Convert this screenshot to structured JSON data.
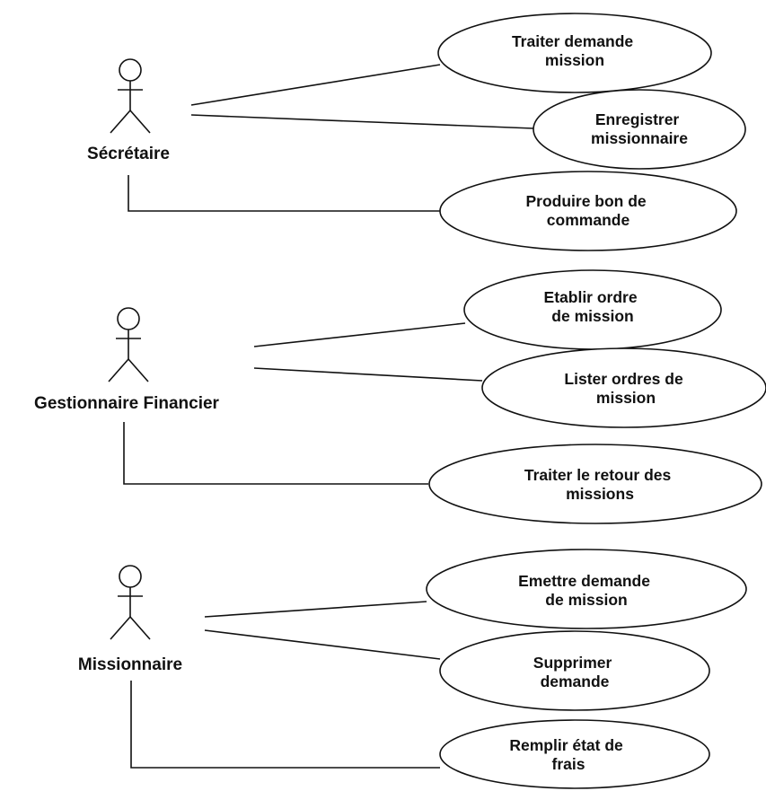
{
  "diagram": {
    "actors": [
      {
        "id": "secretaire",
        "label": "Sécrétaire"
      },
      {
        "id": "gestionnaire",
        "label": "Gestionnaire Financier"
      },
      {
        "id": "missionnaire",
        "label": "Missionnaire"
      }
    ],
    "use_cases": [
      {
        "id": "traiter-demande-mission",
        "lines": [
          "Traiter demande",
          "mission"
        ],
        "actor": "secretaire"
      },
      {
        "id": "enregistrer-missionnaire",
        "lines": [
          "Enregistrer",
          "missionnaire"
        ],
        "actor": "secretaire"
      },
      {
        "id": "produire-bon-commande",
        "lines": [
          "Produire bon de",
          "commande"
        ],
        "actor": "secretaire"
      },
      {
        "id": "etablir-ordre-mission",
        "lines": [
          "Etablir ordre",
          "de mission"
        ],
        "actor": "gestionnaire"
      },
      {
        "id": "lister-ordres-mission",
        "lines": [
          "Lister ordres de",
          "mission"
        ],
        "actor": "gestionnaire"
      },
      {
        "id": "traiter-retour-missions",
        "lines": [
          "Traiter le retour des",
          "missions"
        ],
        "actor": "gestionnaire"
      },
      {
        "id": "emettre-demande-mission",
        "lines": [
          "Emettre demande",
          "de mission"
        ],
        "actor": "missionnaire"
      },
      {
        "id": "supprimer-demande",
        "lines": [
          "Supprimer",
          "demande"
        ],
        "actor": "missionnaire"
      },
      {
        "id": "remplir-etat-frais",
        "lines": [
          "Remplir état de",
          "frais"
        ],
        "actor": "missionnaire"
      }
    ]
  }
}
